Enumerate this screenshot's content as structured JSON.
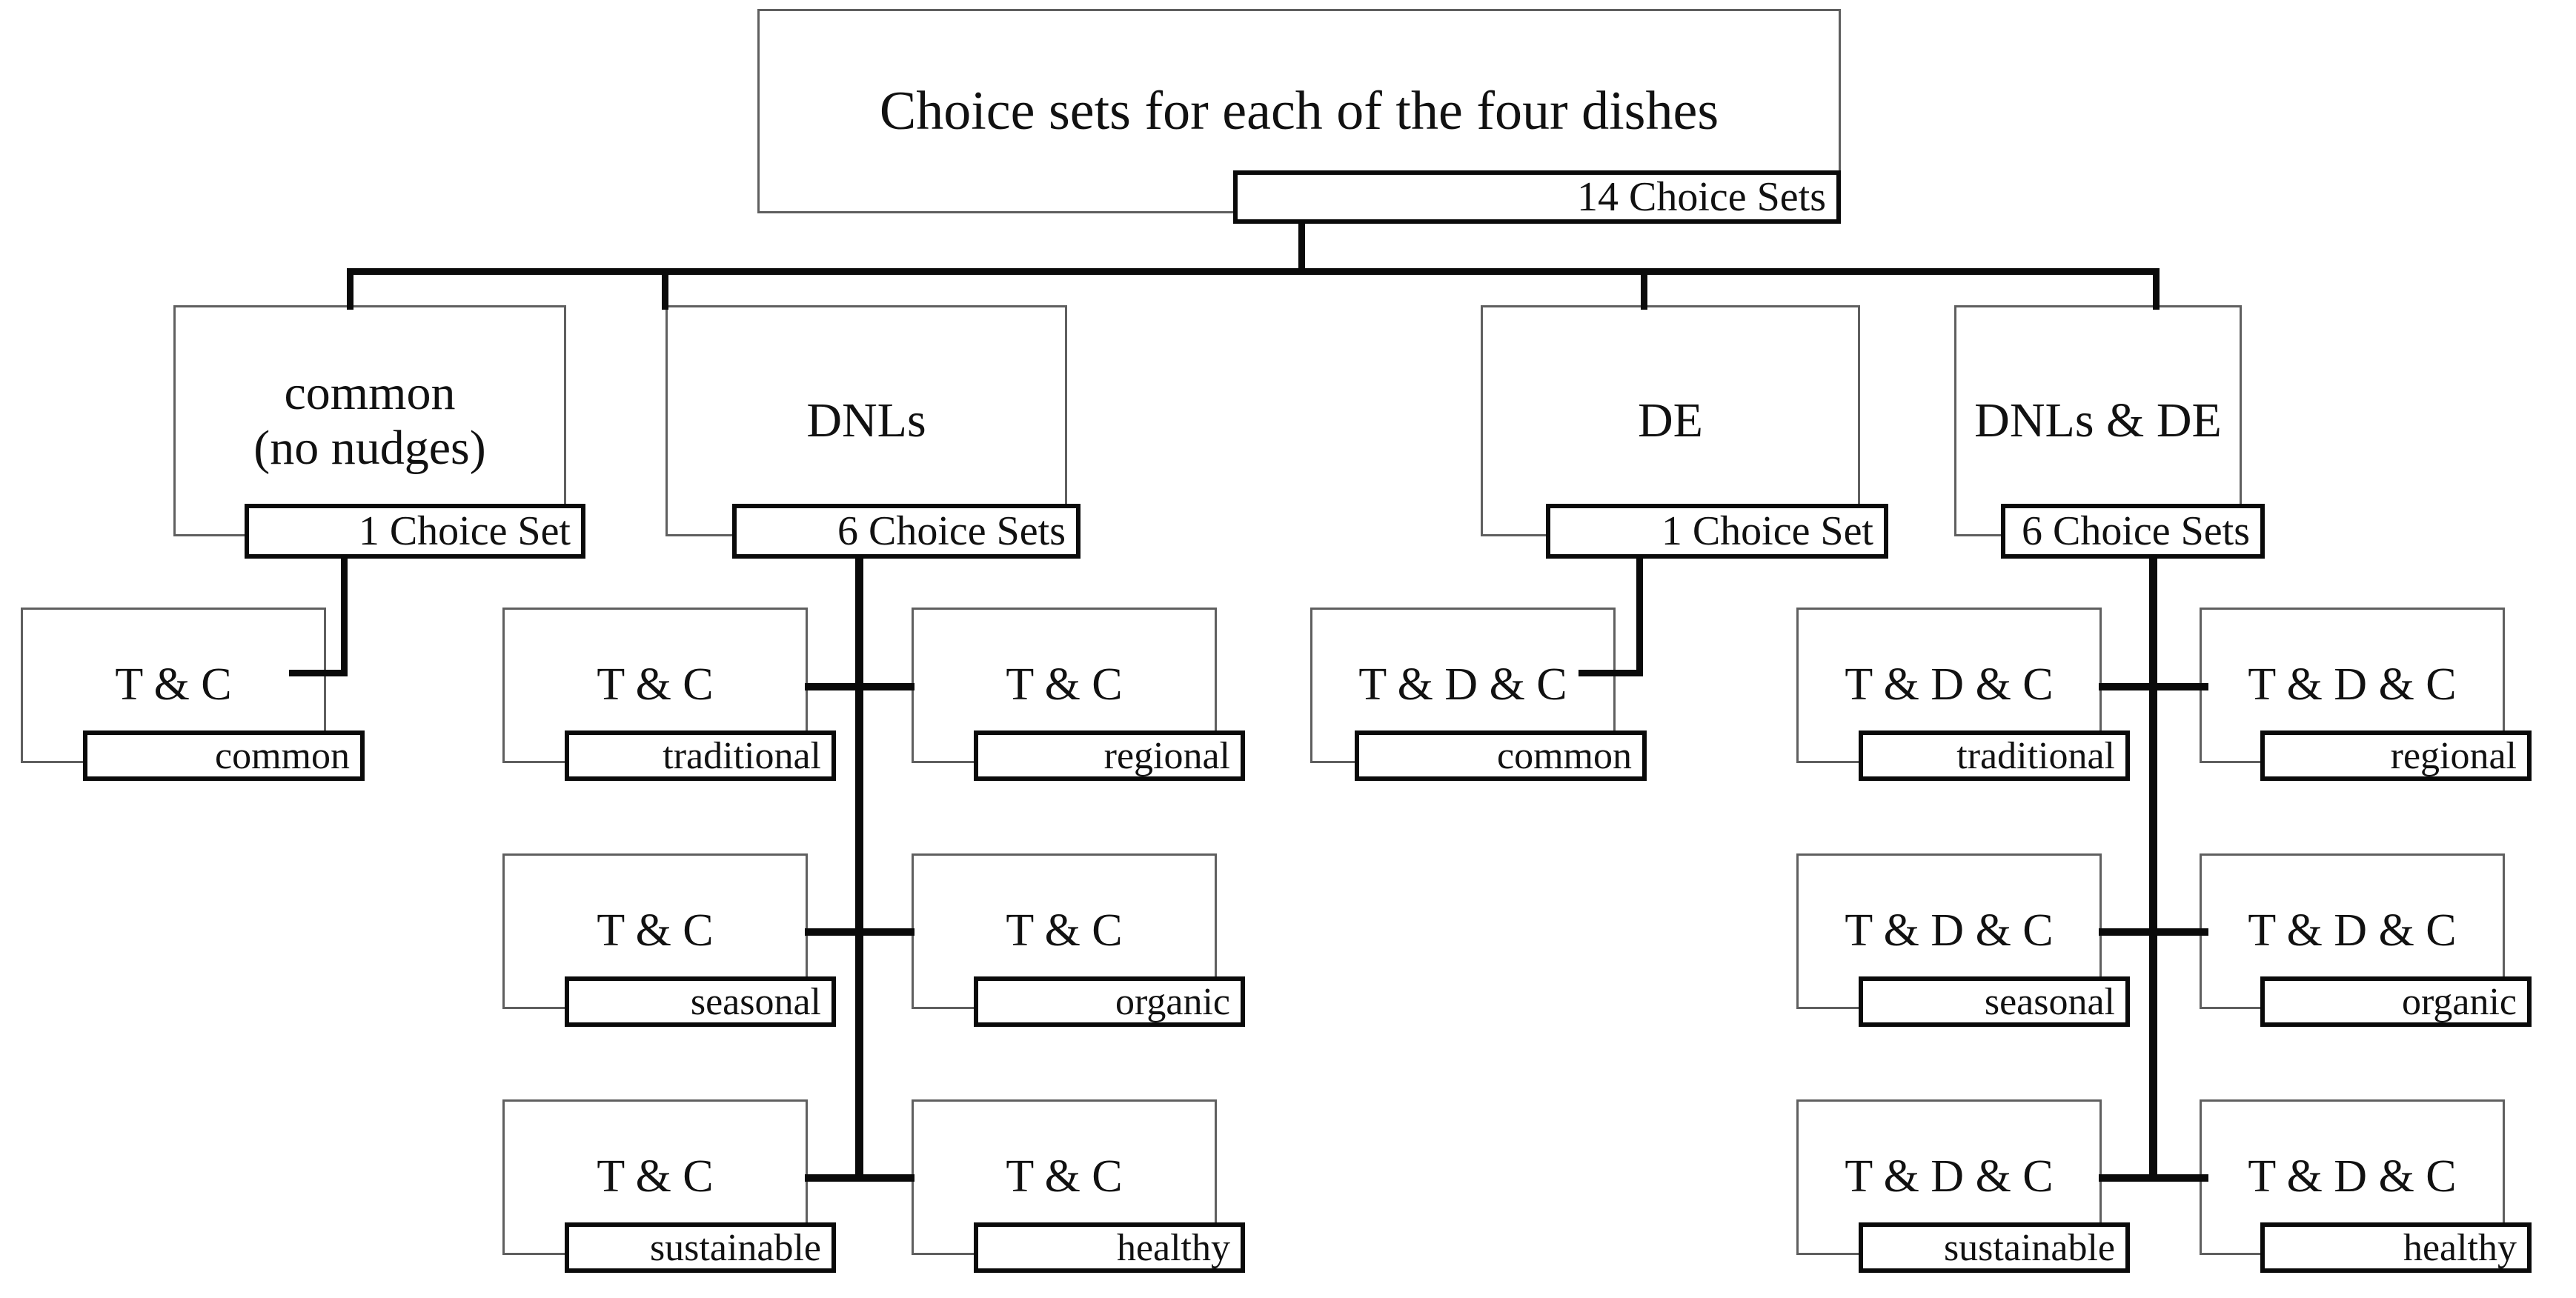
{
  "diagram": {
    "title_node": {
      "label": "Choice sets for each of the four dishes"
    },
    "root_tag": {
      "label": "14 Choice Sets"
    },
    "branches": [
      {
        "id": "common",
        "label": "common\n(no nudges)",
        "tag": "1 Choice Set",
        "leaves": [
          {
            "title": "T & C",
            "tag": "common"
          }
        ]
      },
      {
        "id": "dnls",
        "label": "DNLs",
        "tag": "6 Choice Sets",
        "leaves": [
          {
            "title": "T & C",
            "tag": "traditional"
          },
          {
            "title": "T & C",
            "tag": "regional"
          },
          {
            "title": "T & C",
            "tag": "seasonal"
          },
          {
            "title": "T & C",
            "tag": "organic"
          },
          {
            "title": "T & C",
            "tag": "sustainable"
          },
          {
            "title": "T & C",
            "tag": "healthy"
          }
        ]
      },
      {
        "id": "de",
        "label": "DE",
        "tag": "1 Choice Set",
        "leaves": [
          {
            "title": "T & D & C",
            "tag": "common"
          }
        ]
      },
      {
        "id": "dnls-de",
        "label": "DNLs & DE",
        "tag": "6 Choice Sets",
        "leaves": [
          {
            "title": "T & D & C",
            "tag": "traditional"
          },
          {
            "title": "T & D & C",
            "tag": "regional"
          },
          {
            "title": "T & D & C",
            "tag": "seasonal"
          },
          {
            "title": "T & D & C",
            "tag": "organic"
          },
          {
            "title": "T & D & C",
            "tag": "sustainable"
          },
          {
            "title": "T & D & C",
            "tag": "healthy"
          }
        ]
      }
    ],
    "colors": {
      "node_border": "#5f5f5f",
      "tag_border": "#0a0a0a",
      "connector": "#0a0a0a",
      "background": "#ffffff",
      "text": "#111111"
    }
  }
}
